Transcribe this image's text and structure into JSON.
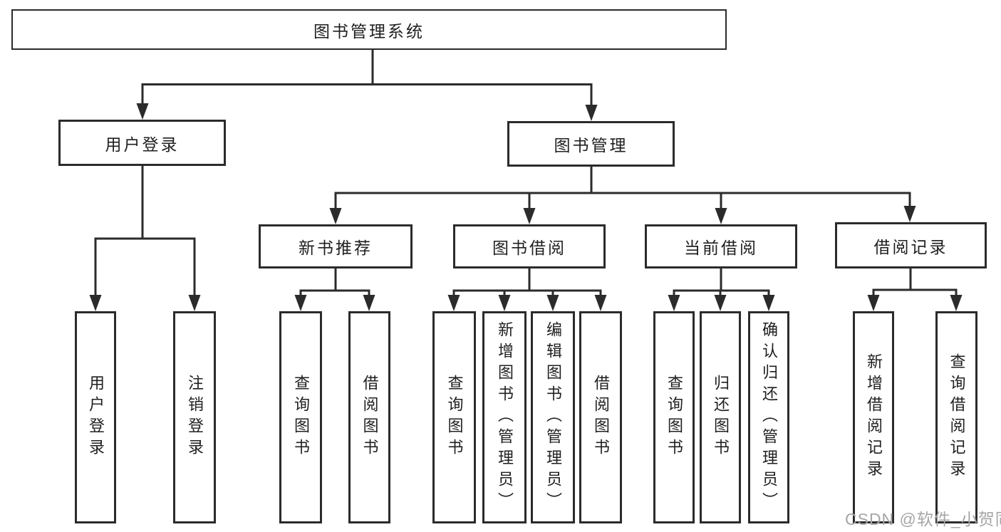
{
  "root": {
    "label": "图书管理系统",
    "children": [
      {
        "label": "用户登录",
        "children": [
          {
            "label": "用户登录"
          },
          {
            "label": "注销登录"
          }
        ]
      },
      {
        "label": "图书管理",
        "children": [
          {
            "label": "新书推荐",
            "children": [
              {
                "label": "查询图书"
              },
              {
                "label": "借阅图书"
              }
            ]
          },
          {
            "label": "图书借阅",
            "children": [
              {
                "label": "查询图书"
              },
              {
                "label": "新增图书（管理员）"
              },
              {
                "label": "编辑图书（管理员）"
              },
              {
                "label": "借阅图书"
              }
            ]
          },
          {
            "label": "当前借阅",
            "children": [
              {
                "label": "查询图书"
              },
              {
                "label": "归还图书"
              },
              {
                "label": "确认归还（管理员）"
              }
            ]
          },
          {
            "label": "借阅记录",
            "children": [
              {
                "label": "新增借阅记录"
              },
              {
                "label": "查询借阅记录"
              }
            ]
          }
        ]
      }
    ]
  },
  "watermark": {
    "text": "CSDN @软件_小贺同学"
  },
  "colors": {
    "line": "#2b2b2b",
    "text": "#1f1f1f",
    "background": "#ffffff",
    "watermark": "#a6a6a6"
  }
}
